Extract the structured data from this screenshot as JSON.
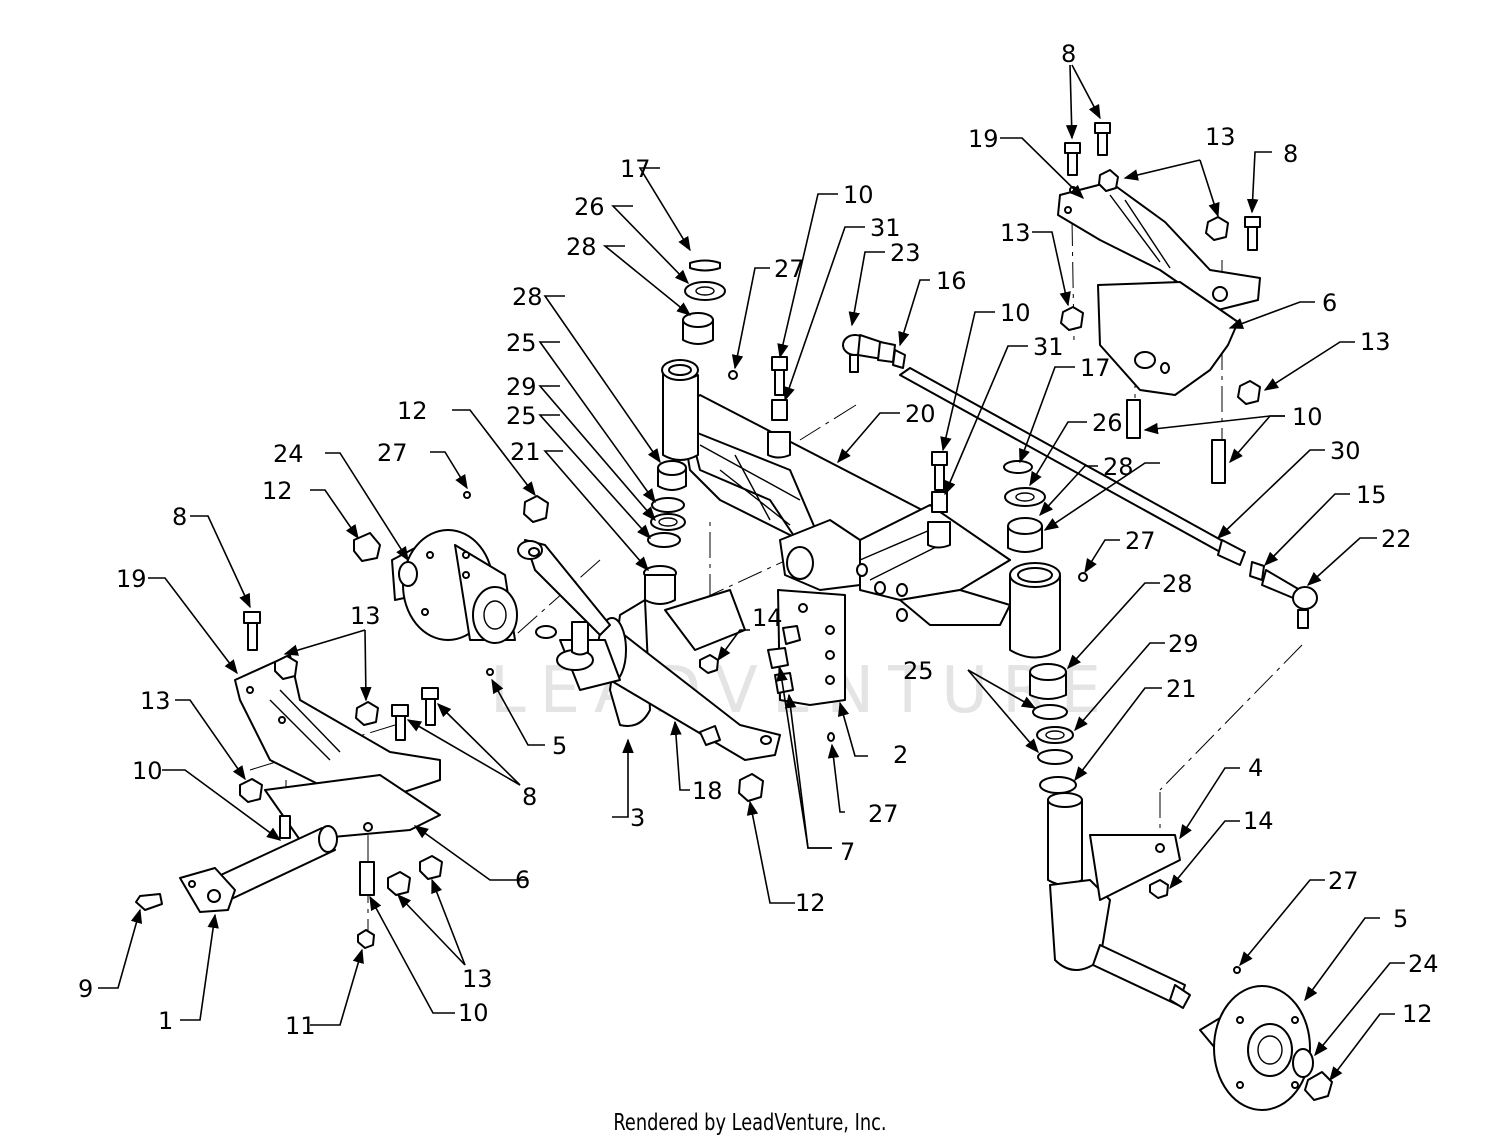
{
  "credit": "Rendered by LeadVenture, Inc.",
  "watermark": "LEADVENTURE",
  "callouts": [
    {
      "id": "c-8-top",
      "label": "8"
    },
    {
      "id": "c-19-right",
      "label": "19"
    },
    {
      "id": "c-13-top",
      "label": "13"
    },
    {
      "id": "c-8-right",
      "label": "8"
    },
    {
      "id": "c-13-left-upper",
      "label": "13"
    },
    {
      "id": "c-6-right",
      "label": "6"
    },
    {
      "id": "c-13-right",
      "label": "13"
    },
    {
      "id": "c-10-right",
      "label": "10"
    },
    {
      "id": "c-17-top",
      "label": "17"
    },
    {
      "id": "c-26-top",
      "label": "26"
    },
    {
      "id": "c-28-top",
      "label": "28"
    },
    {
      "id": "c-27-top",
      "label": "27"
    },
    {
      "id": "c-10-top",
      "label": "10"
    },
    {
      "id": "c-31-top",
      "label": "31"
    },
    {
      "id": "c-23",
      "label": "23"
    },
    {
      "id": "c-16",
      "label": "16"
    },
    {
      "id": "c-10-mid",
      "label": "10"
    },
    {
      "id": "c-31-mid",
      "label": "31"
    },
    {
      "id": "c-17-mid",
      "label": "17"
    },
    {
      "id": "c-26-mid",
      "label": "26"
    },
    {
      "id": "c-28-mid",
      "label": "28"
    },
    {
      "id": "c-30",
      "label": "30"
    },
    {
      "id": "c-15",
      "label": "15"
    },
    {
      "id": "c-22",
      "label": "22"
    },
    {
      "id": "c-27-mid",
      "label": "27"
    },
    {
      "id": "c-28-left",
      "label": "28"
    },
    {
      "id": "c-25-left",
      "label": "25"
    },
    {
      "id": "c-29-left",
      "label": "29"
    },
    {
      "id": "c-25-left-2",
      "label": "25"
    },
    {
      "id": "c-21-left",
      "label": "21"
    },
    {
      "id": "c-20",
      "label": "20"
    },
    {
      "id": "c-12-upper",
      "label": "12"
    },
    {
      "id": "c-24-left",
      "label": "24"
    },
    {
      "id": "c-27-left",
      "label": "27"
    },
    {
      "id": "c-12-left",
      "label": "12"
    },
    {
      "id": "c-8-left",
      "label": "8"
    },
    {
      "id": "c-19-left",
      "label": "19"
    },
    {
      "id": "c-13-left",
      "label": "13"
    },
    {
      "id": "c-13-left-2",
      "label": "13"
    },
    {
      "id": "c-10-left",
      "label": "10"
    },
    {
      "id": "c-14-left",
      "label": "14"
    },
    {
      "id": "c-5-left",
      "label": "5"
    },
    {
      "id": "c-8-left-2",
      "label": "8"
    },
    {
      "id": "c-3",
      "label": "3"
    },
    {
      "id": "c-18",
      "label": "18"
    },
    {
      "id": "c-2",
      "label": "2"
    },
    {
      "id": "c-27-bottom",
      "label": "27"
    },
    {
      "id": "c-7",
      "label": "7"
    },
    {
      "id": "c-12-bottom",
      "label": "12"
    },
    {
      "id": "c-6-left",
      "label": "6"
    },
    {
      "id": "c-9",
      "label": "9"
    },
    {
      "id": "c-1",
      "label": "1"
    },
    {
      "id": "c-11",
      "label": "11"
    },
    {
      "id": "c-10-bottom",
      "label": "10"
    },
    {
      "id": "c-13-bottom",
      "label": "13"
    },
    {
      "id": "c-28-right",
      "label": "28"
    },
    {
      "id": "c-25-right",
      "label": "25"
    },
    {
      "id": "c-29-right",
      "label": "29"
    },
    {
      "id": "c-21-right",
      "label": "21"
    },
    {
      "id": "c-4",
      "label": "4"
    },
    {
      "id": "c-14-right",
      "label": "14"
    },
    {
      "id": "c-27-right",
      "label": "27"
    },
    {
      "id": "c-5-right",
      "label": "5"
    },
    {
      "id": "c-24-right",
      "label": "24"
    },
    {
      "id": "c-12-right",
      "label": "12"
    }
  ]
}
